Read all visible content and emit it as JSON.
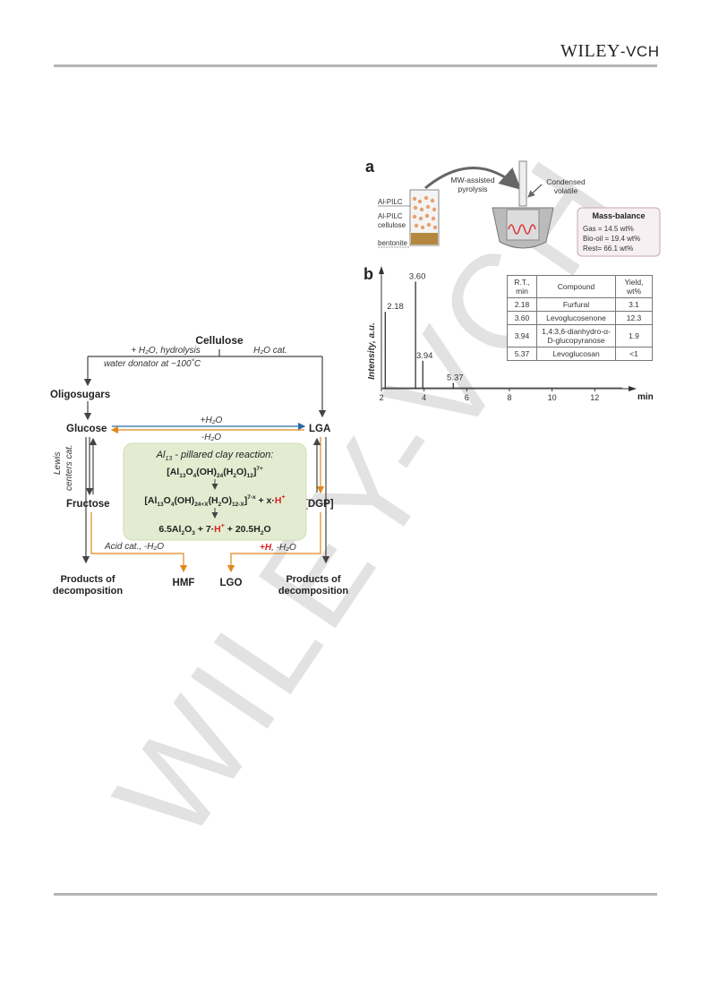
{
  "header": {
    "publisher_main": "WILEY",
    "publisher_sub": "-VCH"
  },
  "watermark": "WILEY-VCH",
  "scheme": {
    "cellulose": "Cellulose",
    "hydrolysis_label": "+ H₂O, hydrolysis",
    "water_donator_label": "water donator at ~100˚C",
    "h2o_cat_label": "H₂O cat.",
    "oligosugars": "Oligosugars",
    "glucose": "Glucose",
    "lga": "LGA",
    "plus_h2o": "+H₂O",
    "minus_h2o": "-H₂O",
    "lewis_label_1": "Lewis",
    "lewis_label_2": "centers cat.",
    "fructose": "Fructose",
    "dgp": "[DGP]",
    "clay_title_a": "Al",
    "clay_title_sub": "13",
    "clay_title_b": " - pillared clay reaction:",
    "acid_cat": "Acid cat., -H₂O",
    "h_plus_label": "+H",
    "minus_h2o_right": ", -H₂O",
    "decomp_left_1": "Products of",
    "decomp_left_2": "decomposition",
    "hmf": "HMF",
    "lgo": "LGO",
    "decomp_right_1": "Products of",
    "decomp_right_2": "decomposition"
  },
  "panel_a": {
    "label": "a",
    "alpilc_1": "Al-PILC",
    "alpilc_2": "Al-PILC",
    "cellulose": "cellulose",
    "bentonite": "bentonite",
    "mw_1": "MW-assisted",
    "mw_2": "pyrolysis",
    "condensed_1": "Condensed",
    "condensed_2": "volatile",
    "mass_balance_title": "Mass-balance",
    "gas": "Gas = 14.5 wt%",
    "biooil": "Bio-oil = 19.4 wt%",
    "rest": "Rest= 66.1 wt%"
  },
  "panel_b": {
    "label": "b",
    "ylabel": "Intensity, a.u.",
    "xlabel": "min",
    "table": {
      "headers": [
        "R.T., min",
        "Compound",
        "Yield, wt%"
      ],
      "rows": [
        [
          "2.18",
          "Furfural",
          "3.1"
        ],
        [
          "3.60",
          "Levoglucosenone",
          "12.3"
        ],
        [
          "3.94",
          "1,4:3,6-dianhydro-α-D-glucopyranose",
          "1.9"
        ],
        [
          "5.37",
          "Levoglucosan",
          "<1"
        ]
      ]
    }
  },
  "chart_data": {
    "type": "line",
    "xlabel": "min",
    "ylabel": "Intensity, a.u.",
    "xlim": [
      2,
      13.5
    ],
    "x_ticks": [
      2,
      4,
      6,
      8,
      10,
      12
    ],
    "peaks": [
      {
        "x": 2.18,
        "label": "2.18",
        "height": 0.66
      },
      {
        "x": 3.6,
        "label": "3.60",
        "height": 0.92
      },
      {
        "x": 3.94,
        "label": "3.94",
        "height": 0.24
      },
      {
        "x": 5.37,
        "label": "5.37",
        "height": 0.05
      }
    ]
  }
}
